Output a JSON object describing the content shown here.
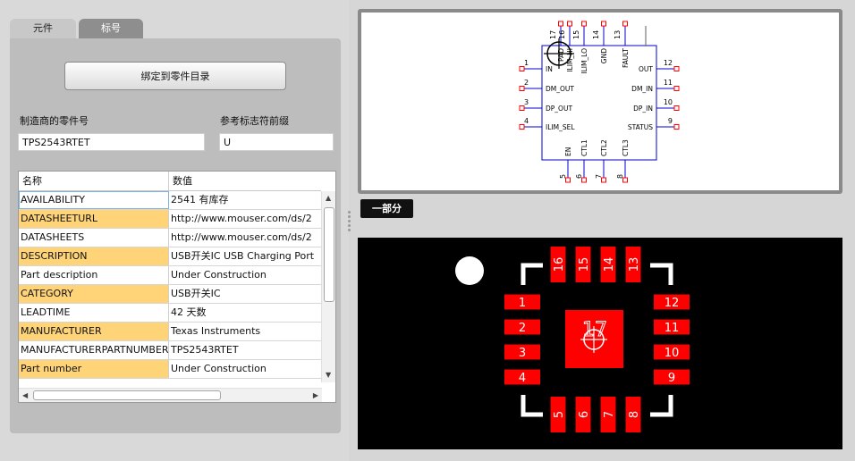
{
  "tabs": [
    {
      "label": "元件"
    },
    {
      "label": "标号"
    }
  ],
  "bind_button": "绑定到零件目录",
  "manufacturer_part": {
    "label": "制造商的零件号",
    "value": "TPS2543RTET"
  },
  "designator_prefix": {
    "label": "参考标志符前缀",
    "value": "U"
  },
  "grid": {
    "headers": [
      "名称",
      "数值"
    ],
    "rows": [
      {
        "name": "AVAILABILITY",
        "value": "2541 有库存",
        "hl": false,
        "sel": true
      },
      {
        "name": "DATASHEETURL",
        "value": "http://www.mouser.com/ds/2",
        "hl": true
      },
      {
        "name": "DATASHEETS",
        "value": "http://www.mouser.com/ds/2",
        "hl": false
      },
      {
        "name": "DESCRIPTION",
        "value": "USB开关IC USB Charging Port",
        "hl": true
      },
      {
        "name": "Part description",
        "value": "Under Construction",
        "hl": false
      },
      {
        "name": "CATEGORY",
        "value": "USB开关IC",
        "hl": true
      },
      {
        "name": "LEADTIME",
        "value": "42 天数",
        "hl": false
      },
      {
        "name": "MANUFACTURER",
        "value": "Texas Instruments",
        "hl": true
      },
      {
        "name": "MANUFACTURERPARTNUMBER",
        "value": "TPS2543RTET",
        "hl": false
      },
      {
        "name": "Part number",
        "value": "Under Construction",
        "hl": true
      }
    ]
  },
  "section_tag": "一部分",
  "schematic": {
    "left_pins": [
      {
        "num": "1",
        "name": "IN"
      },
      {
        "num": "2",
        "name": "DM_OUT"
      },
      {
        "num": "3",
        "name": "DP_OUT"
      },
      {
        "num": "4",
        "name": "ILIM_SEL"
      }
    ],
    "right_pins": [
      {
        "num": "12",
        "name": "OUT"
      },
      {
        "num": "11",
        "name": "DM_IN"
      },
      {
        "num": "10",
        "name": "DP_IN"
      },
      {
        "num": "9",
        "name": "STATUS"
      }
    ],
    "top_pins": [
      {
        "num": "17",
        "name": "PAD"
      },
      {
        "num": "16",
        "name": "ILIM_HI"
      },
      {
        "num": "15",
        "name": "ILIM_LO"
      },
      {
        "num": "14",
        "name": "GND"
      },
      {
        "num": "13",
        "name": "FAULT"
      }
    ],
    "bottom_pins": [
      {
        "num": "5",
        "name": "EN"
      },
      {
        "num": "6",
        "name": "CTL1"
      },
      {
        "num": "7",
        "name": "CTL2"
      },
      {
        "num": "8",
        "name": "CTL3"
      }
    ]
  },
  "footprint": {
    "left_pads": [
      "1",
      "2",
      "3",
      "4"
    ],
    "right_pads": [
      "12",
      "11",
      "10",
      "9"
    ],
    "top_pads": [
      "16",
      "15",
      "14",
      "13"
    ],
    "bottom_pads": [
      "5",
      "6",
      "7",
      "8"
    ],
    "center_pad": "17"
  },
  "colors": {
    "highlight": "#ffd479",
    "pad_red": "#ff0000",
    "schematic_line": "#0000cc"
  }
}
